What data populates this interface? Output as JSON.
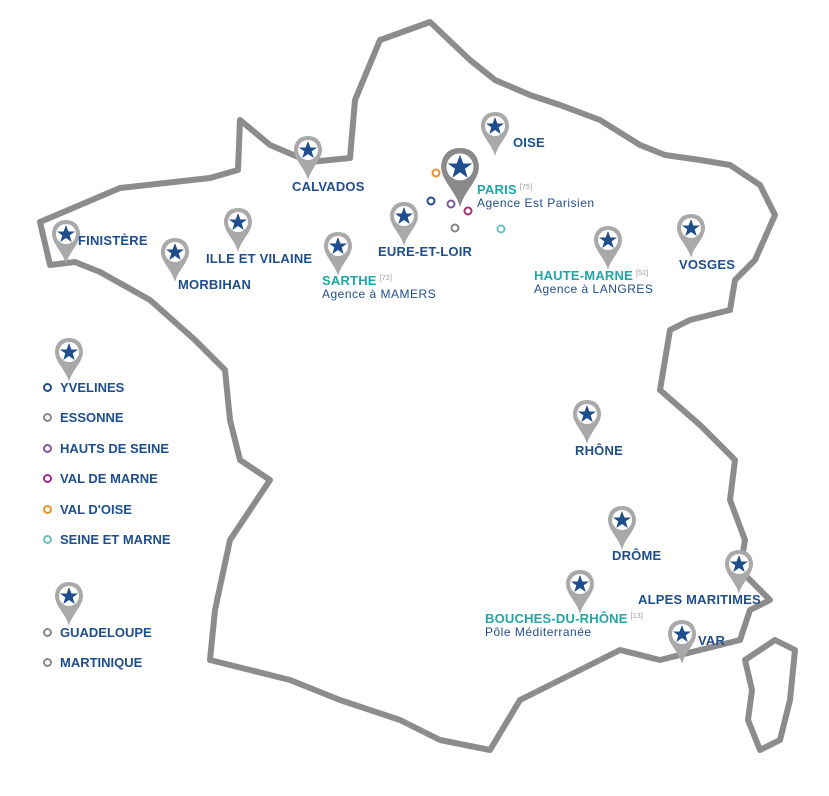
{
  "regions": {
    "finistere": "FINISTÈRE",
    "morbihan": "MORBIHAN",
    "ille_et_vilaine": "ILLE ET VILAINE",
    "calvados": "CALVADOS",
    "sarthe": {
      "name": "SARTHE",
      "code": "[72]",
      "agency": "Agence à MAMERS"
    },
    "eure_et_loir": "EURE-ET-LOIR",
    "oise": "OISE",
    "paris": {
      "name": "PARIS",
      "code": "[75]",
      "agency": "Agence Est Parisien"
    },
    "haute_marne": {
      "name": "HAUTE-MARNE",
      "code": "[52]",
      "agency": "Agence à LANGRES"
    },
    "vosges": "VOSGES",
    "rhone": "RHÔNE",
    "drome": "DRÔME",
    "bouches_du_rhone": {
      "name": "BOUCHES-DU-RHÔNE",
      "code": "[13]",
      "agency": "Pôle Méditerranée"
    },
    "alpes_maritimes": "ALPES MARITIMES",
    "var": "VAR"
  },
  "legend_idf": [
    {
      "label": "YVELINES",
      "color": "#1f4e8c"
    },
    {
      "label": "ESSONNE",
      "color": "#888888"
    },
    {
      "label": "HAUTS DE SEINE",
      "color": "#7a5a9a"
    },
    {
      "label": "VAL DE MARNE",
      "color": "#a0307a"
    },
    {
      "label": "VAL D'OISE",
      "color": "#e8922a"
    },
    {
      "label": "SEINE ET MARNE",
      "color": "#6cc0c0"
    }
  ],
  "legend_dom": [
    {
      "label": "GUADELOUPE",
      "color": "#888888"
    },
    {
      "label": "MARTINIQUE",
      "color": "#888888"
    }
  ],
  "colors": {
    "brand_blue": "#1f4e8c",
    "teal": "#22a6a8",
    "pin_gray": "#a9a9a9",
    "outline": "#8c8c8c"
  }
}
